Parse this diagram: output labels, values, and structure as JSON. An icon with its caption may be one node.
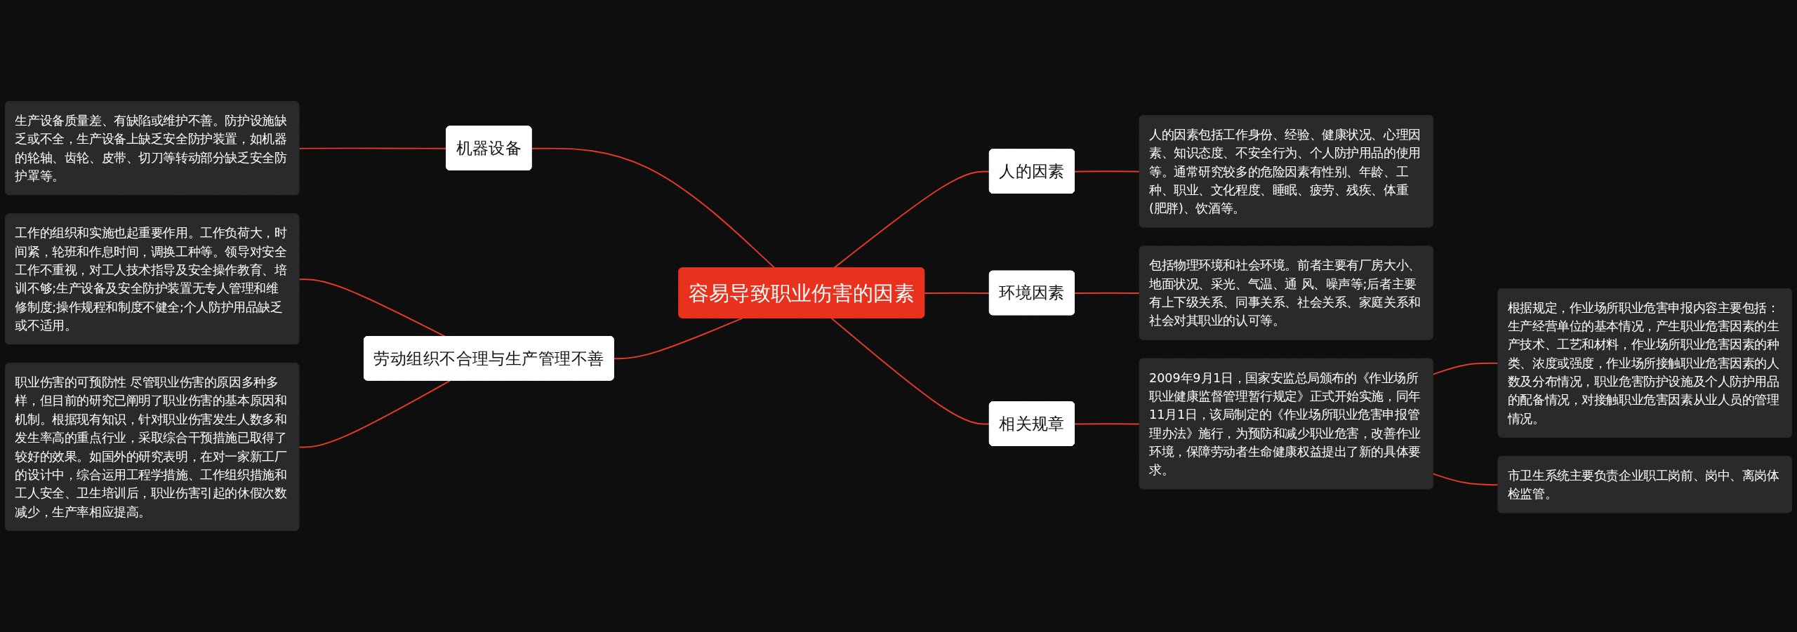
{
  "diagram": {
    "nodes": [
      {
        "text": [
          "容易导致职业伤害的因素"
        ]
      },
      {
        "text": [
          "机器设备"
        ]
      },
      {
        "text": [
          "生产设备质量差、有缺陷或维护不善。防护设施缺乏或不全，生产设备上缺乏安全防护装置，如机器的轮轴、齿轮、皮带、切刀等转动部分缺乏安全防护罩等。"
        ]
      },
      {
        "text": [
          "劳动组织不合理与生产管理不善"
        ]
      },
      {
        "text": [
          "工作的组织和实施也起重要作用。工作负荷大，时间紧，轮班和作息时间，调换工种等。领导对安全工作不重视，对工人技术指导及安全操作教育、培训不够;生产设备及安全防护装置无专人管理和维修制度;操作规程和制度不健全;个人防护用品缺乏或不适用。"
        ]
      },
      {
        "text": [
          "职业伤害的可预防性 尽管职业伤害的原因多种多样，但目前的研究已阐明了职业伤害的基本原因和机制。根据现有知识，针对职业伤害发生人数多和发生率高的重点行业，采取综合干预措施已取得了较好的效果。如国外的研究表明，在对一家新工厂的设计中，综合运用工程学措施、工作组织措施和工人安全、卫生培训后，职业伤害引起的休假次数减少，生产率相应提高。"
        ]
      },
      {
        "text": [
          "人的因素"
        ]
      },
      {
        "text": [
          "人的因素包括工作身份、经验、健康状况、心理因素、知识态度、不安全行为、个人防护用品的使用等。通常研究较多的危险因素有性别、年龄、工种、职业、文化程度、睡眠、疲劳、残疾、体重(肥胖)、饮酒等。"
        ]
      },
      {
        "text": [
          "环境因素"
        ]
      },
      {
        "text": [
          "包括物理环境和社会环境。前者主要有厂房大小、地面状况、采光、气温、通 风、噪声等;后者主要有上下级关系、同事关系、社会关系、家庭关系和社会对其职业的认可等。"
        ]
      },
      {
        "text": [
          "相关规章"
        ]
      },
      {
        "text": [
          "2009年9月1日，国家安监总局颁布的《作业场所职业健康监督管理暂行规定》正式开始实施，同年11月1日，该局制定的《作业场所职业危害申报管理办法》施行，为预防和减少职业危害，改善作业环境，保障劳动者生命健康权益提出了新的具体要求。"
        ]
      },
      {
        "text": [
          "根据规定，作业场所职业危害申报内容主要包括：生产经营单位的基本情况，产生职业危害因素的生产技术、工艺和材料，作业场所职业危害因素的种类、浓度或强度，作业场所接触职业危害因素的人数及分布情况，职业危害防护设施及个人防护用品的配备情况，对接触职业危害因素从业人员的管理情况。"
        ]
      },
      {
        "text": [
          "市卫生系统主要负责企业职工岗前、岗中、离岗体检监管。"
        ]
      }
    ],
    "edges": [
      {
        "from": 2,
        "to": 1,
        "arrow": "none"
      },
      {
        "from": 1,
        "to": 0,
        "arrow": "none"
      },
      {
        "from": 4,
        "to": 3,
        "arrow": "none"
      },
      {
        "from": 5,
        "to": 3,
        "arrow": "none"
      },
      {
        "from": 3,
        "to": 0,
        "arrow": "none"
      },
      {
        "from": 0,
        "to": 6,
        "arrow": "none"
      },
      {
        "from": 6,
        "to": 7,
        "arrow": "none"
      },
      {
        "from": 0,
        "to": 8,
        "arrow": "none"
      },
      {
        "from": 8,
        "to": 9,
        "arrow": "none"
      },
      {
        "from": 0,
        "to": 10,
        "arrow": "none"
      },
      {
        "from": 10,
        "to": 11,
        "arrow": "none"
      },
      {
        "from": 11,
        "to": 12,
        "arrow": "none"
      },
      {
        "from": 11,
        "to": 13,
        "arrow": "none"
      }
    ]
  }
}
